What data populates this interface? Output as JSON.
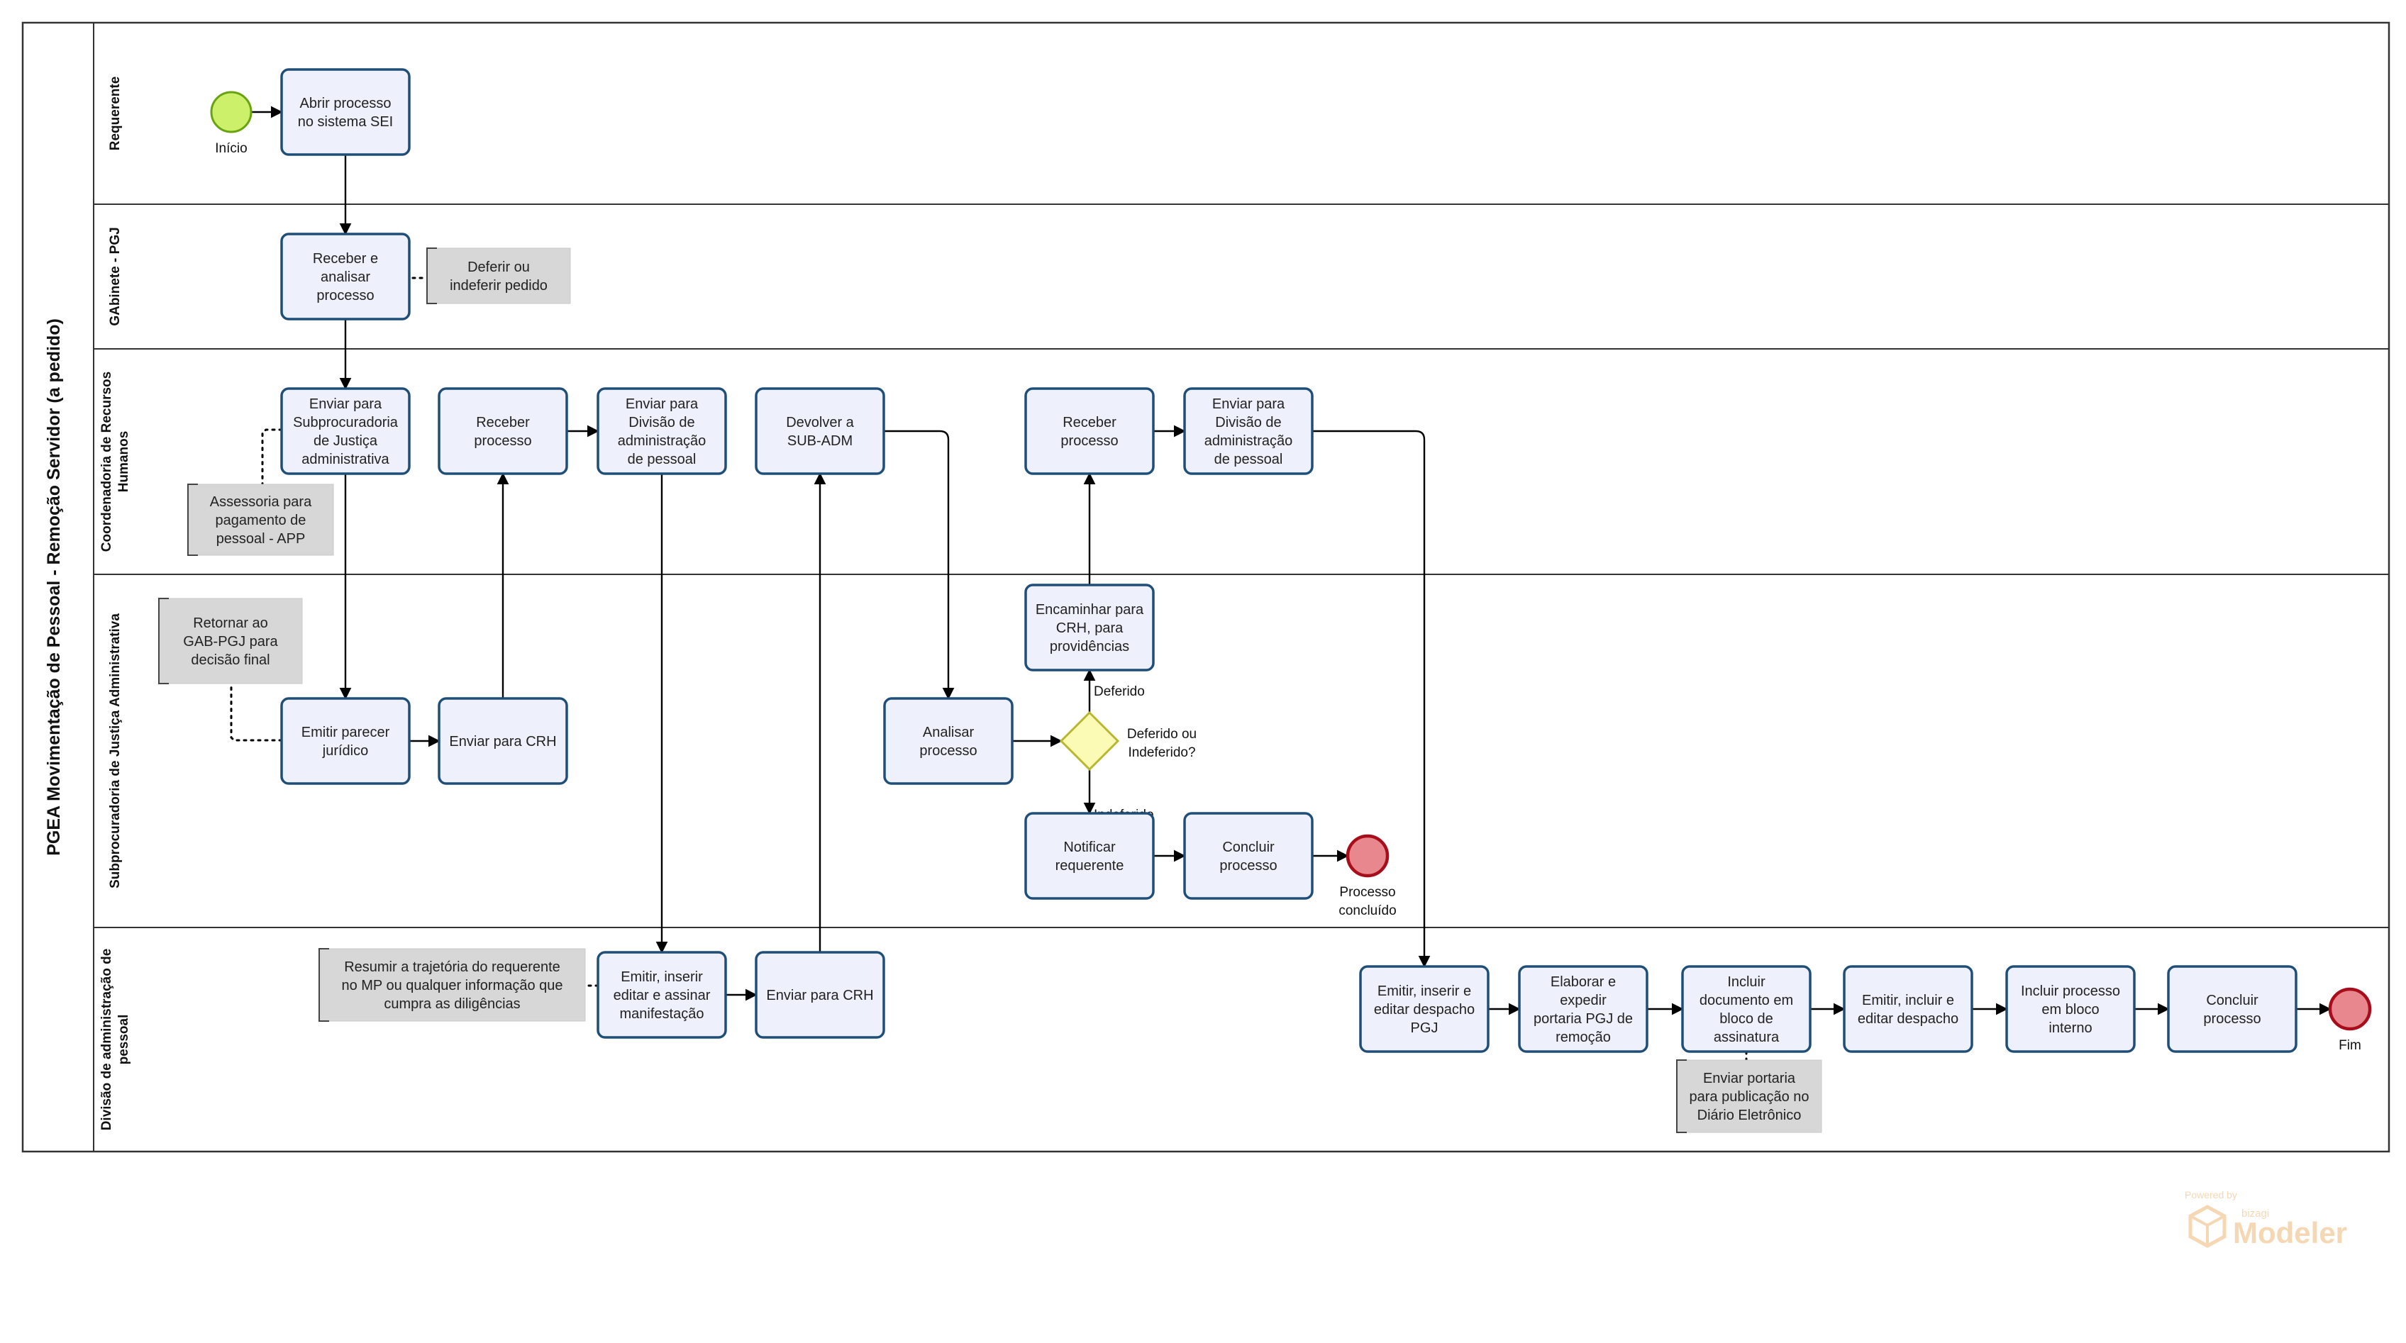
{
  "pool": {
    "title": "PGEA Movimentação de Pessoal - Remoção Servidor (a pedido)"
  },
  "lanes": [
    {
      "id": "req",
      "lines": [
        "Requerente"
      ]
    },
    {
      "id": "gab",
      "lines": [
        "GAbinete - PGJ"
      ]
    },
    {
      "id": "crh",
      "lines": [
        "Coordenadoria de Recursos",
        "Humanos"
      ]
    },
    {
      "id": "sub",
      "lines": [
        "Subprocuradoria de Justiça Administrativa"
      ]
    },
    {
      "id": "div",
      "lines": [
        "Divisão de administração de",
        "pessoal"
      ]
    }
  ],
  "events": [
    {
      "id": "start",
      "type": "start",
      "label": [
        "Início"
      ]
    },
    {
      "id": "end1",
      "type": "end",
      "label": [
        "Processo",
        "concluído"
      ]
    },
    {
      "id": "end2",
      "type": "end",
      "label": [
        "Fim"
      ]
    }
  ],
  "tasks": [
    {
      "id": "t1",
      "lines": [
        "Abrir processo",
        "no sistema SEI"
      ]
    },
    {
      "id": "t2",
      "lines": [
        "Receber e",
        "analisar",
        "processo"
      ]
    },
    {
      "id": "t3",
      "lines": [
        "Enviar para",
        "Subprocuradoria",
        "de Justiça",
        "administrativa"
      ]
    },
    {
      "id": "t4",
      "lines": [
        "Receber",
        "processo"
      ]
    },
    {
      "id": "t5",
      "lines": [
        "Enviar para",
        "Divisão de",
        "administração",
        "de pessoal"
      ]
    },
    {
      "id": "t6",
      "lines": [
        "Devolver a",
        "SUB-ADM"
      ]
    },
    {
      "id": "t7",
      "lines": [
        "Receber",
        "processo"
      ]
    },
    {
      "id": "t8",
      "lines": [
        "Enviar para",
        "Divisão de",
        "administração",
        "de pessoal"
      ]
    },
    {
      "id": "t9",
      "lines": [
        "Emitir parecer",
        "jurídico"
      ]
    },
    {
      "id": "t10",
      "lines": [
        "Enviar para CRH"
      ]
    },
    {
      "id": "t11",
      "lines": [
        "Analisar",
        "processo"
      ]
    },
    {
      "id": "t12",
      "lines": [
        "Encaminhar para",
        "CRH, para",
        "providências"
      ]
    },
    {
      "id": "t13",
      "lines": [
        "Notificar",
        "requerente"
      ]
    },
    {
      "id": "t14",
      "lines": [
        "Concluir",
        "processo"
      ]
    },
    {
      "id": "t15",
      "lines": [
        "Emitir, inserir",
        "editar e assinar",
        "manifestação"
      ]
    },
    {
      "id": "t16",
      "lines": [
        "Enviar para CRH"
      ]
    },
    {
      "id": "t17",
      "lines": [
        "Emitir, inserir e",
        "editar despacho",
        "PGJ"
      ]
    },
    {
      "id": "t18",
      "lines": [
        "Elaborar e",
        "expedir",
        "portaria PGJ de",
        "remoção"
      ]
    },
    {
      "id": "t19",
      "lines": [
        "Incluir",
        "documento em",
        "bloco de",
        "assinatura"
      ]
    },
    {
      "id": "t20",
      "lines": [
        "Emitir, incluir e",
        "editar despacho"
      ]
    },
    {
      "id": "t21",
      "lines": [
        "Incluir processo",
        "em bloco",
        "interno"
      ]
    },
    {
      "id": "t22",
      "lines": [
        "Concluir",
        "processo"
      ]
    }
  ],
  "gateway": {
    "id": "g1",
    "lines": [
      "Deferido ou",
      "Indeferido?"
    ]
  },
  "flow_labels": {
    "deferido": "Deferido",
    "indeferido": "Indeferido"
  },
  "annotations": [
    {
      "id": "a1",
      "lines": [
        "Deferir ou",
        "indeferir pedido"
      ]
    },
    {
      "id": "a2",
      "lines": [
        "Assessoria para",
        "pagamento de",
        "pessoal - APP"
      ]
    },
    {
      "id": "a3",
      "lines": [
        "Retornar ao",
        "GAB-PGJ para",
        "decisão final"
      ]
    },
    {
      "id": "a4",
      "lines": [
        "Resumir a trajetória do requerente",
        "no MP ou qualquer informação que",
        "cumpra as diligências"
      ]
    },
    {
      "id": "a5",
      "lines": [
        "Enviar portaria",
        "para publicação no",
        "Diário Eletrônico"
      ]
    }
  ],
  "watermark": {
    "powered": "Powered by",
    "brand": "bizagi",
    "product": "Modeler",
    "color": "#f5d7b3"
  },
  "colors": {
    "task_fill": "#eef1fb",
    "task_stroke": "#1f4e79",
    "start_fill": "#ccf06a",
    "start_stroke": "#6aa312",
    "end_fill": "#e8888e",
    "end_stroke": "#a80d1b",
    "gateway_fill": "#fbfbb6",
    "gateway_stroke": "#b7b730",
    "annotation_fill": "#d7d7d7"
  }
}
